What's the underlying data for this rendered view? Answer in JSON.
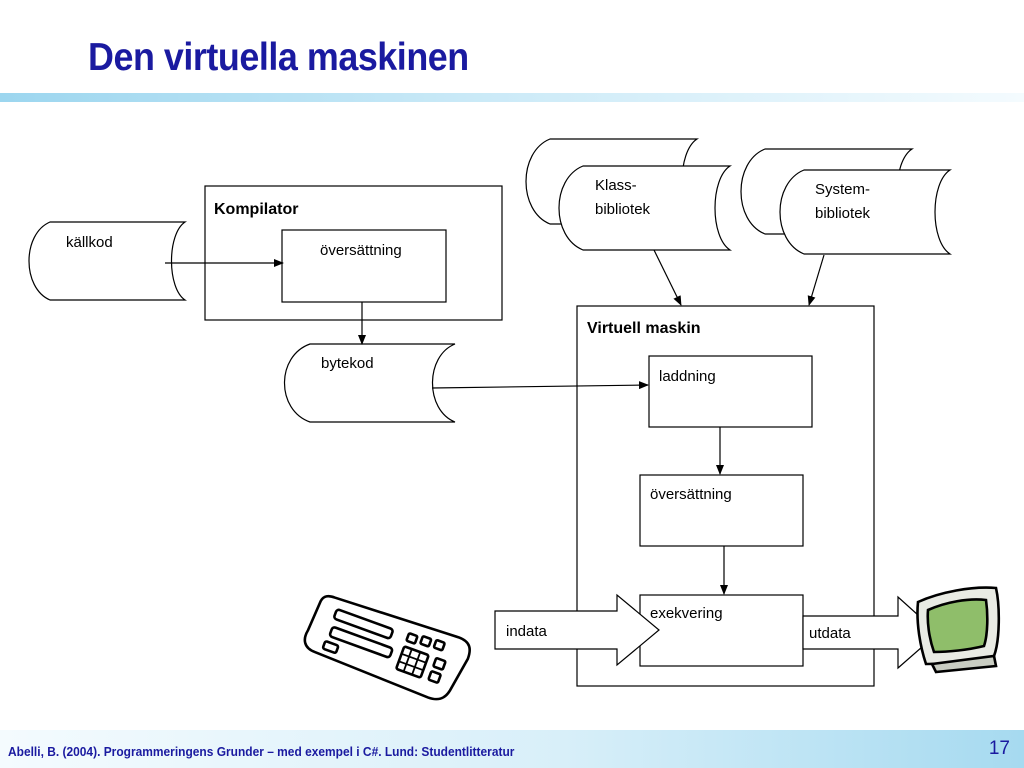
{
  "slide": {
    "title": "Den virtuella maskinen",
    "footer_citation": "Abelli, B. (2004). Programmeringens Grunder – med exempel i C#. Lund: Studentlitteratur",
    "slide_number": "17"
  },
  "colors": {
    "title": "#1a1aa0",
    "divider": "#9cd6ef",
    "diagram_stroke": "#000000",
    "monitor_screen": "#8fbe6a"
  },
  "diagram": {
    "source": "källkod",
    "compiler": {
      "label": "Kompilator",
      "translation": "översättning"
    },
    "bytecode": "bytekod",
    "class_library": {
      "line1": "Klass-",
      "line2": "bibliotek"
    },
    "system_library": {
      "line1": "System-",
      "line2": "bibliotek"
    },
    "vm": {
      "label": "Virtuell maskin",
      "loading": "laddning",
      "translation": "översättning",
      "execution": "exekvering"
    },
    "input": "indata",
    "output": "utdata"
  },
  "icons": {
    "input_device": "keyboard-icon",
    "output_device": "monitor-icon"
  }
}
